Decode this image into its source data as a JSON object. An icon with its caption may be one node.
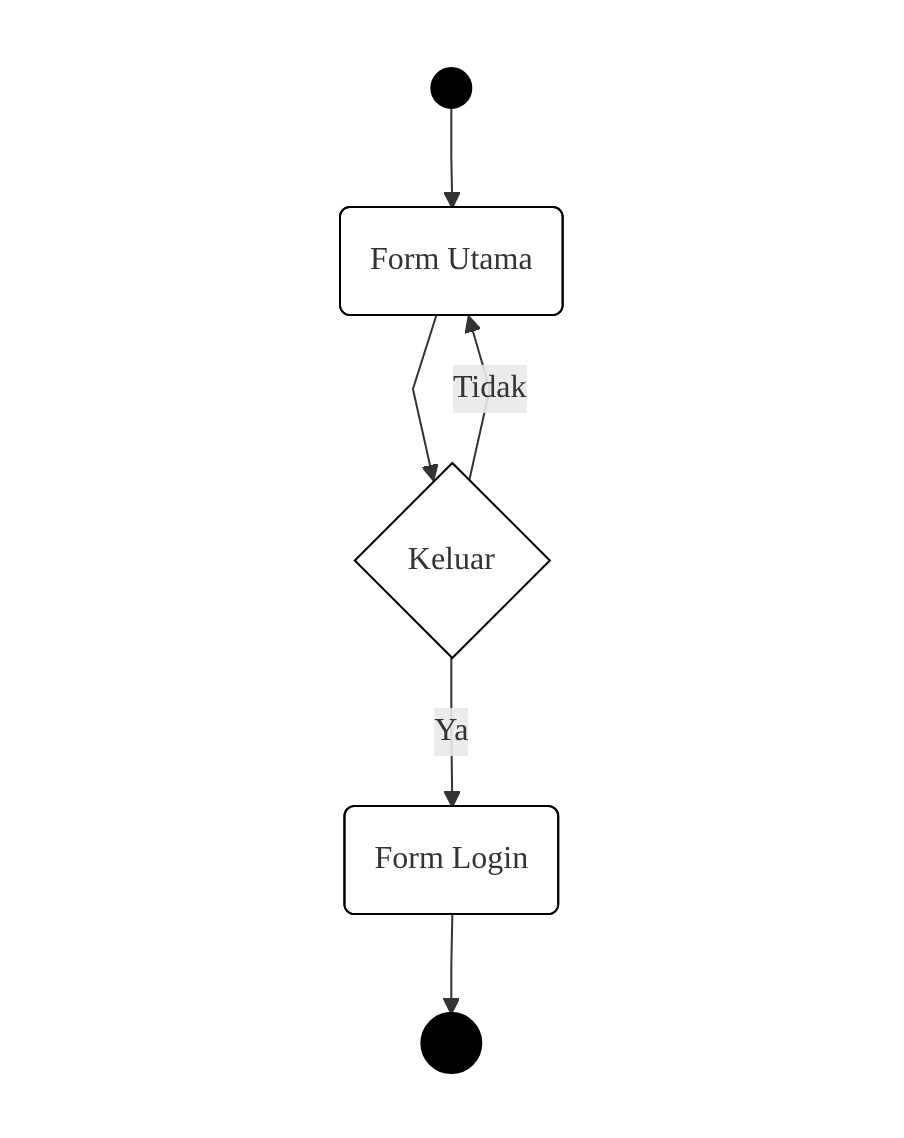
{
  "diagram": {
    "nodes": [
      {
        "text": [],
        "shape": "circle"
      },
      {
        "text": [
          "Form Utama"
        ]
      },
      {
        "text": [
          "Keluar"
        ]
      },
      {
        "text": [
          "Form Login"
        ]
      },
      {
        "text": [],
        "shape": "circle"
      }
    ],
    "edges": [
      {
        "from": 0,
        "to": 1,
        "arrow": "to"
      },
      {
        "from": 1,
        "to": 2,
        "arrow": "to"
      },
      {
        "from": 2,
        "to": 1,
        "label": "Tidak",
        "arrow": "to"
      },
      {
        "from": 2,
        "to": 3,
        "label": "Ya",
        "arrow": "to"
      },
      {
        "from": 3,
        "to": 4,
        "arrow": "to"
      }
    ]
  }
}
